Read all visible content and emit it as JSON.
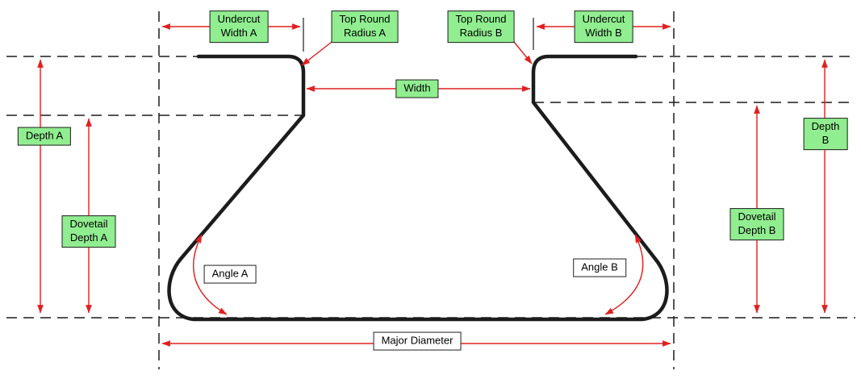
{
  "diagram": {
    "labels": {
      "undercut_width_a": "Undercut\nWidth A",
      "top_round_radius_a": "Top Round\nRadius A",
      "top_round_radius_b": "Top Round\nRadius B",
      "undercut_width_b": "Undercut\nWidth B",
      "width": "Width",
      "depth_a": "Depth A",
      "dovetail_depth_a": "Dovetail\nDepth A",
      "depth_b": "Depth B",
      "dovetail_depth_b": "Dovetail\nDepth B",
      "angle_a": "Angle A",
      "angle_b": "Angle B",
      "major_diameter": "Major Diameter"
    },
    "colors": {
      "dimension_arrows": "#e02020",
      "green_label_fill": "#90ee90",
      "white_label_fill": "#ffffff",
      "profile_outline": "#1c1c1c",
      "background": "#ffffff"
    }
  }
}
